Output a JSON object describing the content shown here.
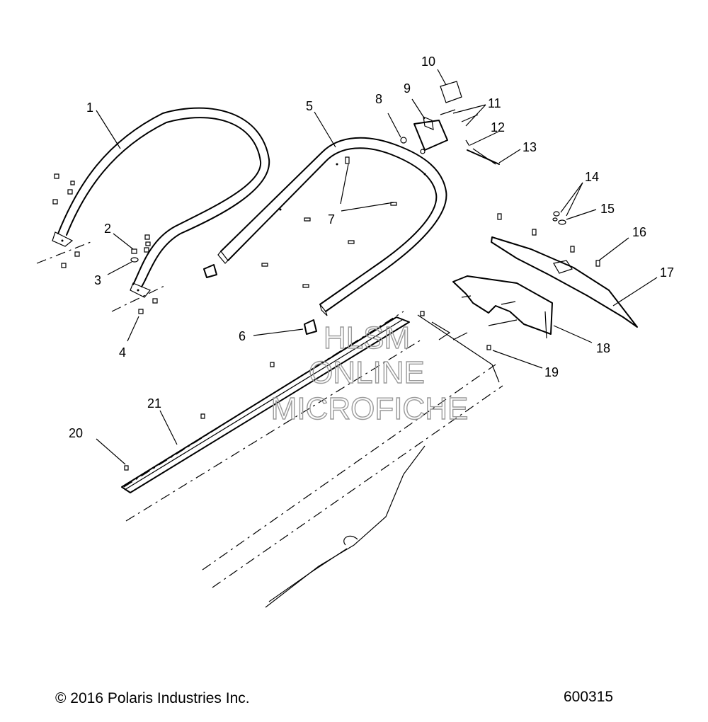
{
  "callouts": [
    "1",
    "2",
    "3",
    "4",
    "5",
    "6",
    "7",
    "8",
    "9",
    "10",
    "11",
    "12",
    "13",
    "14",
    "15",
    "16",
    "17",
    "18",
    "19",
    "20",
    "21"
  ],
  "watermark": {
    "line1": "HLSM",
    "line2": "ONLINE",
    "line3": "MICROFICHE"
  },
  "footer": {
    "copyright": "© 2016 Polaris Industries Inc.",
    "diagram_number": "600315"
  }
}
